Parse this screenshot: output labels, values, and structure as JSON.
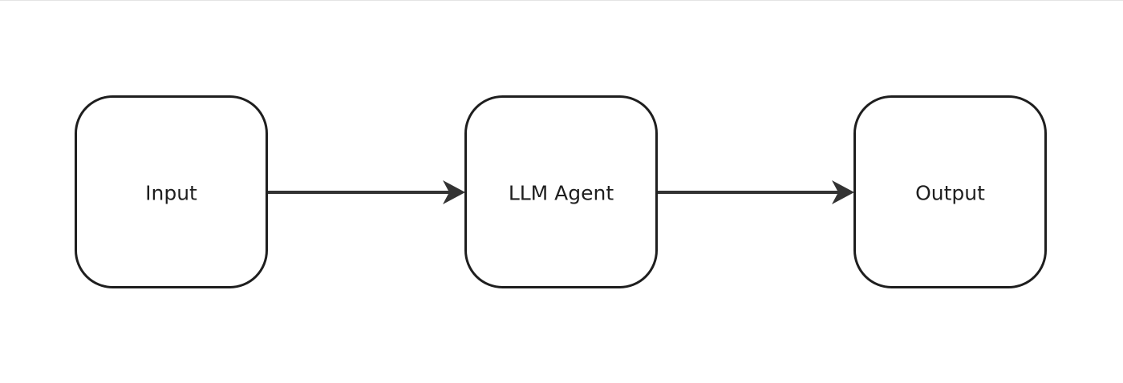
{
  "diagram": {
    "nodes": [
      {
        "id": "input",
        "label": "Input"
      },
      {
        "id": "agent",
        "label": "LLM Agent"
      },
      {
        "id": "output",
        "label": "Output"
      }
    ],
    "edges": [
      {
        "from": "input",
        "to": "agent"
      },
      {
        "from": "agent",
        "to": "output"
      }
    ],
    "colors": {
      "stroke": "#1e1e1e",
      "arrow": "#333333",
      "node_fill": "#ffffff",
      "background": "#ffffff"
    }
  }
}
